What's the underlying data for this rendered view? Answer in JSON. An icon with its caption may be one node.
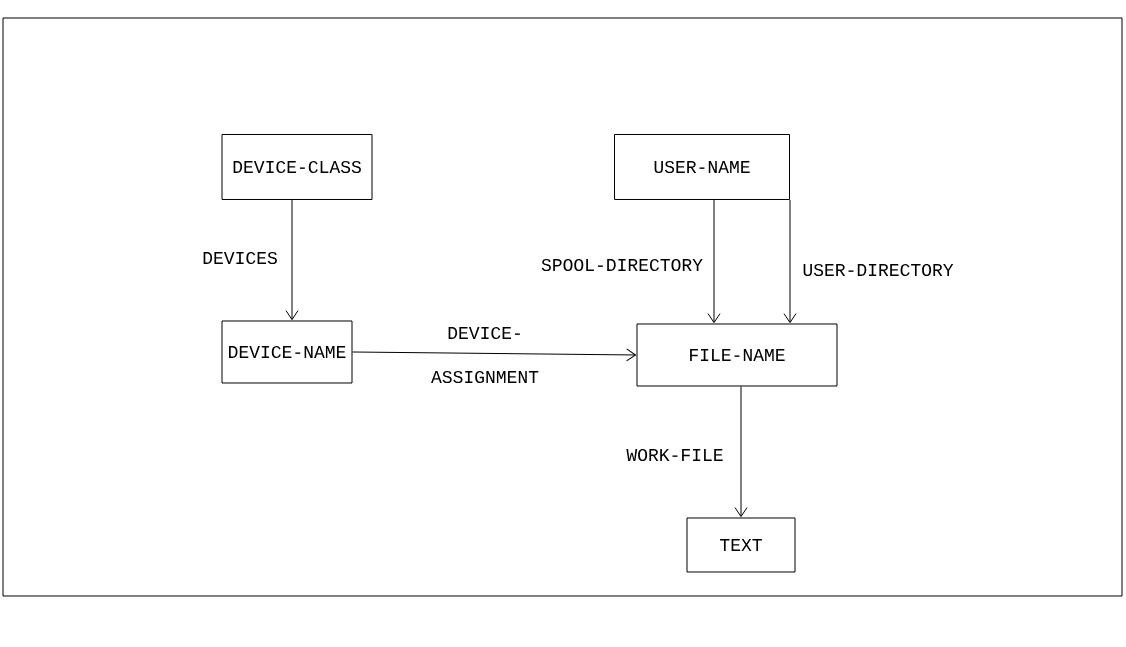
{
  "diagram": {
    "nodes": [
      {
        "text": [
          "DEVICE-CLASS"
        ]
      },
      {
        "text": [
          "DEVICE-NAME"
        ]
      },
      {
        "text": [
          "USER-NAME"
        ]
      },
      {
        "text": [
          "FILE-NAME"
        ]
      },
      {
        "text": [
          "TEXT"
        ]
      }
    ],
    "edges": [
      {
        "from": 0,
        "to": 1,
        "arrow": "to",
        "label": "DEVICES"
      },
      {
        "from": 2,
        "to": 3,
        "arrow": "to",
        "label": "SPOOL-DIRECTORY"
      },
      {
        "from": 2,
        "to": 3,
        "arrow": "to",
        "label": "USER-DIRECTORY"
      },
      {
        "from": 1,
        "to": 3,
        "arrow": "to",
        "label": "DEVICE- ASSIGNMENT"
      },
      {
        "from": 3,
        "to": 4,
        "arrow": "to",
        "label": "WORK-FILE"
      }
    ]
  }
}
